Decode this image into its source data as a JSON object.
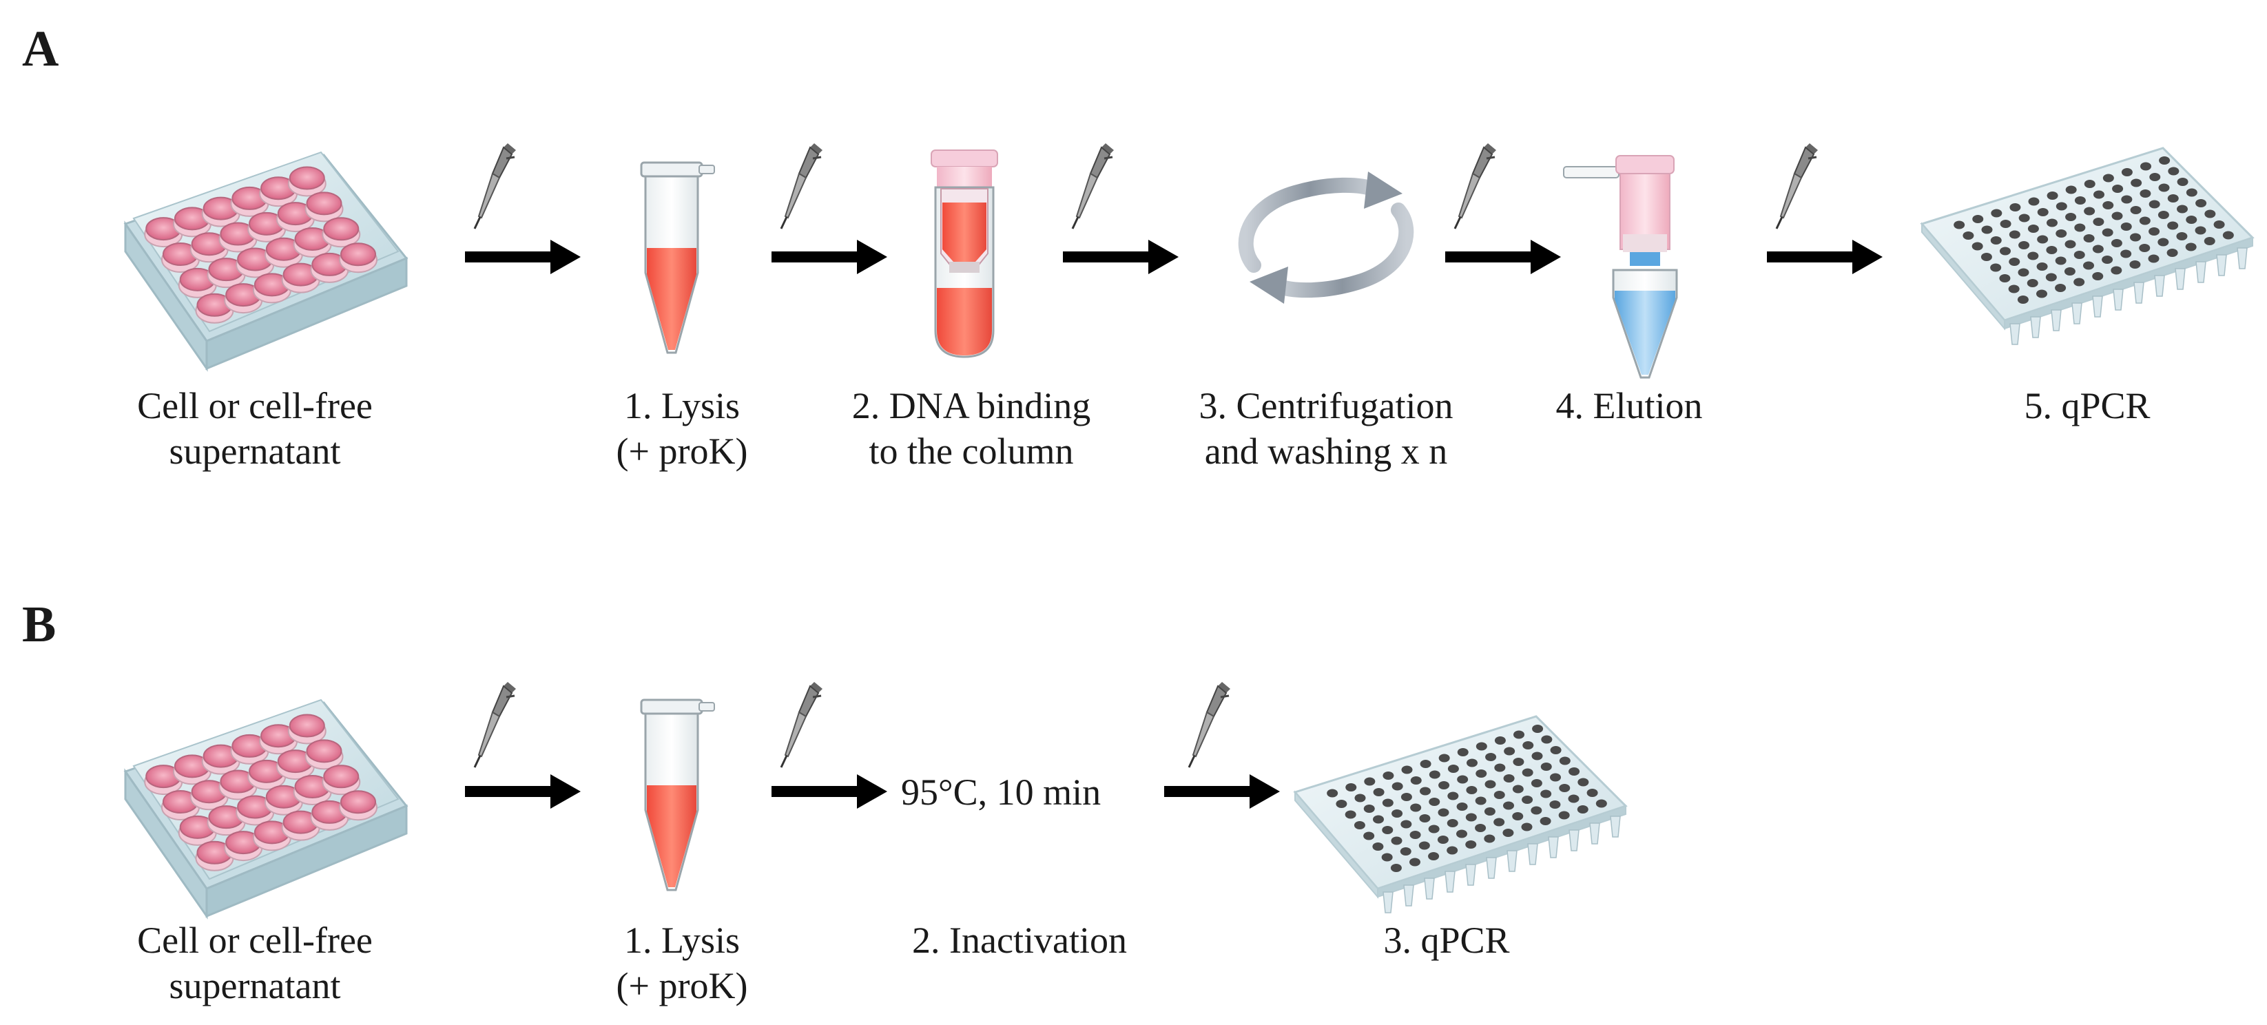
{
  "panel_a": {
    "letter": "A",
    "steps": [
      {
        "label_line1": "Cell or cell-free",
        "label_line2": "supernatant"
      },
      {
        "label_line1": "1. Lysis",
        "label_line2": "(+ proK)"
      },
      {
        "label_line1": "2. DNA binding",
        "label_line2": "to the column"
      },
      {
        "label_line1": "3. Centrifugation",
        "label_line2": "and washing x n"
      },
      {
        "label_line1": "4. Elution",
        "label_line2": ""
      },
      {
        "label_line1": "5. qPCR",
        "label_line2": ""
      }
    ]
  },
  "panel_b": {
    "letter": "B",
    "steps": [
      {
        "label_line1": "Cell or cell-free",
        "label_line2": "supernatant"
      },
      {
        "label_line1": "1. Lysis",
        "label_line2": "(+ proK)"
      },
      {
        "label_line1": "2. Inactivation",
        "label_line2": ""
      },
      {
        "label_line1": "3. qPCR",
        "label_line2": ""
      }
    ],
    "inactivation_condition": "95°C, 10 min"
  },
  "colors": {
    "arrow": "#000000",
    "plate_frame": "#d6e8ee",
    "plate_well": "#e07a95",
    "lysate": "#ef5a4c",
    "eluate": "#7ab8e6",
    "column_cap": "#f3c4d2",
    "qpcr_plate": "#e3eef2",
    "qpcr_well": "#4a4a4a",
    "centrifuge_arrow": "#9aa3ad"
  },
  "icons": [
    "cell-culture-plate-icon",
    "pipette-icon",
    "lysis-tube-icon",
    "spin-column-icon",
    "centrifuge-cycle-icon",
    "elution-tube-icon",
    "qpcr-plate-icon",
    "right-arrow-icon"
  ]
}
